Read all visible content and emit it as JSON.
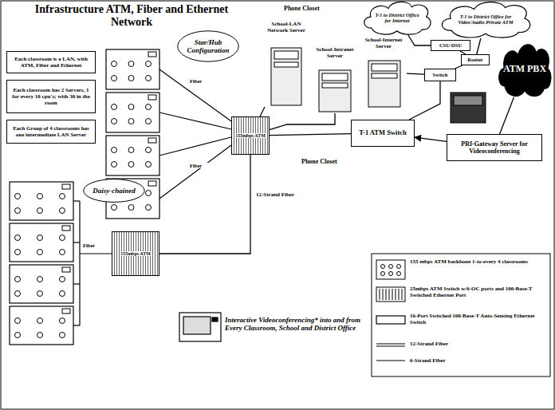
{
  "diagram": {
    "title": "Infrastructure ATM, Fiber and Ethernet Network",
    "nodes": [
      {
        "text": [
          "School-LAN Network Server"
        ]
      },
      {
        "text": [
          "School-Intranet Server"
        ]
      },
      {
        "text": [
          "School-Internet Server"
        ]
      },
      {
        "text": [
          "T-1 to District Office for Internet"
        ]
      },
      {
        "text": [
          "T-1 to District Office for Video/Audio Private ATM"
        ]
      },
      {
        "text": [
          "CSU-DSU"
        ]
      },
      {
        "text": [
          "Router"
        ]
      },
      {
        "text": [
          "Switch"
        ]
      },
      {
        "text": [
          "ATM PBX"
        ]
      },
      {
        "text": [
          "T-1 ATM Switch"
        ]
      },
      {
        "text": [
          "PRI-Gateway Server for Videoconferencing"
        ]
      },
      {
        "text": [
          "Star/Hub Configuration"
        ]
      },
      {
        "text": [
          "Daisy-chained"
        ]
      },
      {
        "text": [
          "Each classroom is a LAN, with ATM, Fiber and Ethernet"
        ]
      },
      {
        "text": [
          "Each classroom has 2 Servers, 1 for every 10 cpu's; with 30 in the room"
        ]
      },
      {
        "text": [
          "Each Group of 4 classrooms has one intermediate LAN Server"
        ]
      },
      {
        "text": [
          "155mbps ATM"
        ]
      },
      {
        "text": [
          "155mbps ATM"
        ]
      }
    ],
    "edges": [
      {
        "from": 16,
        "to": 0,
        "arrow": "none"
      },
      {
        "from": 16,
        "to": 1,
        "arrow": "none"
      },
      {
        "from": 16,
        "to": 9,
        "arrow": "none"
      },
      {
        "from": 2,
        "to": 7,
        "arrow": "none"
      },
      {
        "from": 7,
        "to": 6,
        "arrow": "none"
      },
      {
        "from": 6,
        "to": 5,
        "arrow": "none"
      },
      {
        "from": 5,
        "to": 3,
        "arrow": "none"
      },
      {
        "from": 6,
        "to": 4,
        "arrow": "none"
      },
      {
        "from": 7,
        "to": 9,
        "arrow": "none"
      },
      {
        "from": 10,
        "to": 9,
        "arrow": "to"
      },
      {
        "from": 8,
        "to": 10,
        "arrow": "none"
      },
      {
        "from": 16,
        "to": 17,
        "label": "12-Strand Fiber",
        "arrow": "none"
      }
    ],
    "labels": [
      "Phone Closet",
      "Phone Closet",
      "Fiber",
      "Fiber",
      "Fiber",
      "Interactive Videoconferencing* into and from Every Classroom, School and District Office"
    ],
    "legend": [
      {
        "text": "155 mbps ATM backbone 1-to-every 4 classrooms"
      },
      {
        "text": "25mbps ATM Switch w/6-OC ports and 100-Base-T Switched Ethernet Port"
      },
      {
        "text": "16-Port Switched 100-Base-T Auto-Sensing Ethernet Switch"
      },
      {
        "text": "12-Strand Fiber"
      },
      {
        "text": "6-Strand Fiber"
      }
    ]
  }
}
